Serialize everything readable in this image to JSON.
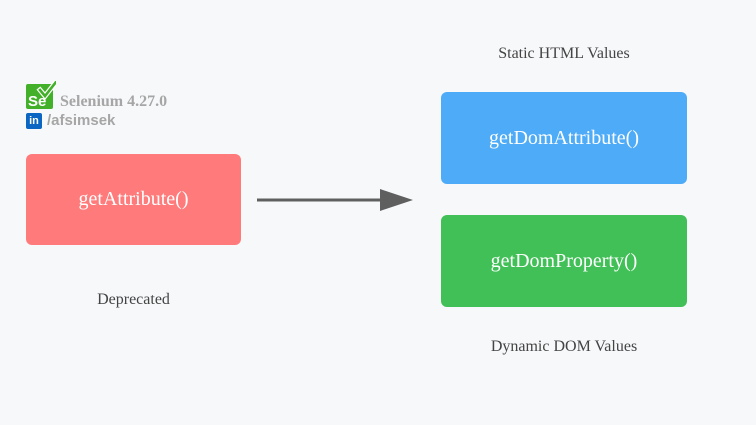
{
  "brand": {
    "title": "Selenium 4.27.0",
    "logo_text": "Se",
    "linkedin_mark": "in",
    "linkedin_handle": "/afsimsek",
    "colors": {
      "selenium_green": "#43b02a",
      "linkedin_blue": "#0a66c2",
      "brand_text": "#a6a6a6"
    }
  },
  "deprecated": {
    "method": "getAttribute()",
    "caption": "Deprecated",
    "color": "#ff7b7b"
  },
  "static": {
    "caption": "Static HTML Values",
    "method": "getDomAttribute()",
    "color": "#4dabf7"
  },
  "dynamic": {
    "caption": "Dynamic DOM Values",
    "method": "getDomProperty()",
    "color": "#40c057"
  },
  "arrow": {
    "color": "#5f5f5f",
    "icon": "arrow-right-icon"
  }
}
